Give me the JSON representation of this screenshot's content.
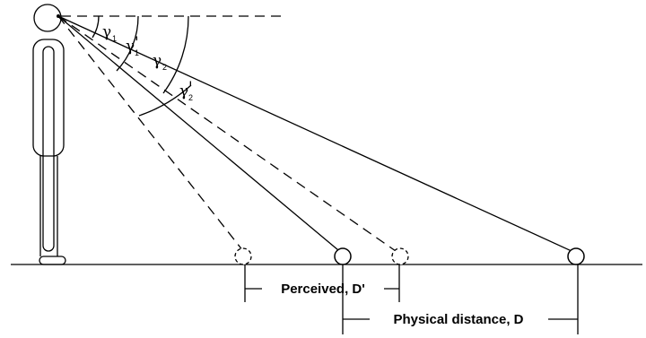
{
  "angles": [
    {
      "letter": "γ",
      "prime": "",
      "sub": "1"
    },
    {
      "letter": "γ",
      "prime": "'",
      "sub": "1"
    },
    {
      "letter": "γ",
      "prime": "",
      "sub": "2"
    },
    {
      "letter": "γ",
      "prime": "'",
      "sub": "2"
    }
  ],
  "labels": {
    "perceived": "Perceived, D'",
    "physical": "Physical distance, D"
  }
}
